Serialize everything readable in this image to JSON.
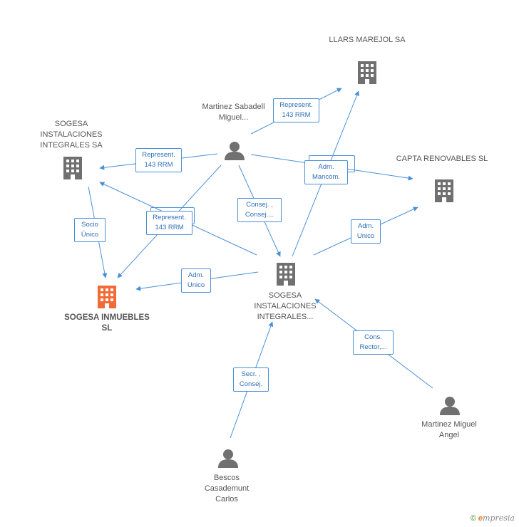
{
  "colors": {
    "edge": "#4a8fd6",
    "company": "#707070",
    "main_company": "#f26a35",
    "person": "#707070"
  },
  "nodes": {
    "llars": "LLARS MAREJOL SA",
    "sogesa_sa": "SOGESA INSTALACIONES INTEGRALES SA",
    "capta": "CAPTA RENOVABLES SL",
    "sogesa_inm": "SOGESA INMUEBLES SL",
    "sogesa_int": "SOGESA INSTALACIONES INTEGRALES...",
    "martinez_sab": "Martinez Sabadell Miguel...",
    "martinez_ma": "Martinez Miguel Angel",
    "bescos": "Bescos Casademunt Carlos"
  },
  "edges": {
    "e1": [
      "Represent.",
      "143 RRM"
    ],
    "e2": [
      "Represent.",
      "143 RRM"
    ],
    "e3": [
      "Adm.",
      "Mancom."
    ],
    "e4": [
      "Consej. ,",
      "Consej...."
    ],
    "e5": [
      "Represent.",
      "143 RRM"
    ],
    "e6": [
      "Socio",
      "Único"
    ],
    "e7": [
      "Adm.",
      "Unico"
    ],
    "e8": [
      "Adm.",
      "Unico"
    ],
    "e9": [
      "Cons.",
      "Rector,..."
    ],
    "e10": [
      "Secr. ,",
      "Consej."
    ]
  },
  "footer": {
    "copyright": "©",
    "brand": "mpresia",
    "brand_initial": "e"
  }
}
